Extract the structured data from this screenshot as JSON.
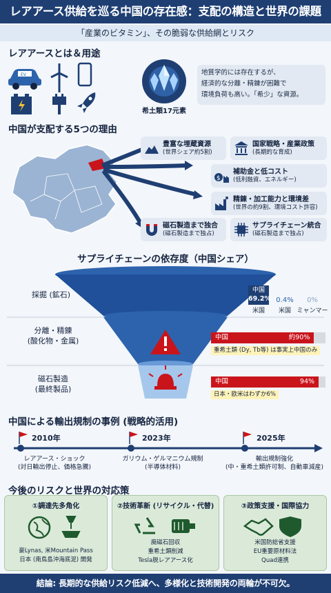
{
  "header": {
    "title": "レアアース供給を巡る中国の存在感：支配の構造と世界の課題",
    "subtitle": "「産業のビタミン」、その脆弱な供給網とリスク"
  },
  "usage": {
    "heading": "レアアースとは＆用途",
    "crystal_label": "希土類17元素",
    "description": [
      "地質学的には存在するが、",
      "経済的な分離・精錬が困難で",
      "環境負荷も高い。「希少」な資源。"
    ]
  },
  "reasons": {
    "heading": "中国が支配する5つの理由",
    "items": [
      {
        "title": "豊富な埋蔵資源",
        "desc": "(世界シェア約5割)"
      },
      {
        "title": "国家戦略・産業政策",
        "desc": "(長期的な育成)"
      },
      {
        "title": "補助金と低コスト",
        "desc": "(低利融資、エネルギー)"
      },
      {
        "title": "精錬・加工能力と環境差",
        "desc": "(世界の約9割、環境コスト許容)"
      },
      {
        "title": "磁石製造まで独合",
        "desc": "(磁石製造まで独占)"
      },
      {
        "title": "サプライチェーン統合",
        "desc": "(磁石製造まで独占)"
      }
    ]
  },
  "dependency": {
    "heading": "サプライチェーンの依存度（中国シェア）",
    "stages": [
      {
        "label": "採掘 (鉱石)"
      },
      {
        "label": "分離・精錬",
        "label2": "(酸化物・金属)"
      },
      {
        "label": "磁石製造",
        "label2": "(最終製品)"
      }
    ],
    "mining": [
      {
        "name": "中国",
        "value_text": "69.2%",
        "country": "米国"
      },
      {
        "value_text": "0.4%",
        "country": "米国"
      },
      {
        "value_text": "0%",
        "country": "ミャンマー"
      }
    ],
    "refining": {
      "name": "中国",
      "value_text": "約90%",
      "value": 90,
      "note": "重希土類 (Dy, Tb等) は事実上中国のみ"
    },
    "magnet": {
      "name": "中国",
      "value_text": "94%",
      "value": 94,
      "note": "日本・欧米はわずか6%"
    }
  },
  "timeline": {
    "heading": "中国による輸出規制の事例 (戦略的活用)",
    "events": [
      {
        "year": "2010年",
        "title": "レアアース・ショック",
        "desc": "(対日輸出停止、価格急騰)"
      },
      {
        "year": "2023年",
        "title": "ガリウム・ゲルマニウム規制",
        "desc": "(半導体材料)"
      },
      {
        "year": "2025年",
        "title": "輸出規制強化",
        "desc": "(中・重希土類許可制、自動車減産)"
      }
    ]
  },
  "risks": {
    "heading": "今後のリスクと世界の対応策",
    "boxes": [
      {
        "title": "①調達先多角化",
        "lines": [
          "豪Lynas, 米Mountain Pass",
          "日本 (南鳥島沖海底泥) 開発"
        ]
      },
      {
        "title": "②技術革新 (リサイクル・代替)",
        "lines": [
          "廃磁石回収",
          "重希土類削減",
          "Tesla脱レアアース化"
        ]
      },
      {
        "title": "③政策支援・国際協力",
        "lines": [
          "米国防総省支援",
          "EU重要原材料法",
          "Quad連携"
        ]
      }
    ]
  },
  "footer": "結論: 長期的な供給リスク低減へ、多様化と技術開発の両輪が不可欠。",
  "colors": {
    "navy": "#1f3f73",
    "red": "#c9141b",
    "funnel": "#2d63ad",
    "box_green": "#dbead8"
  }
}
